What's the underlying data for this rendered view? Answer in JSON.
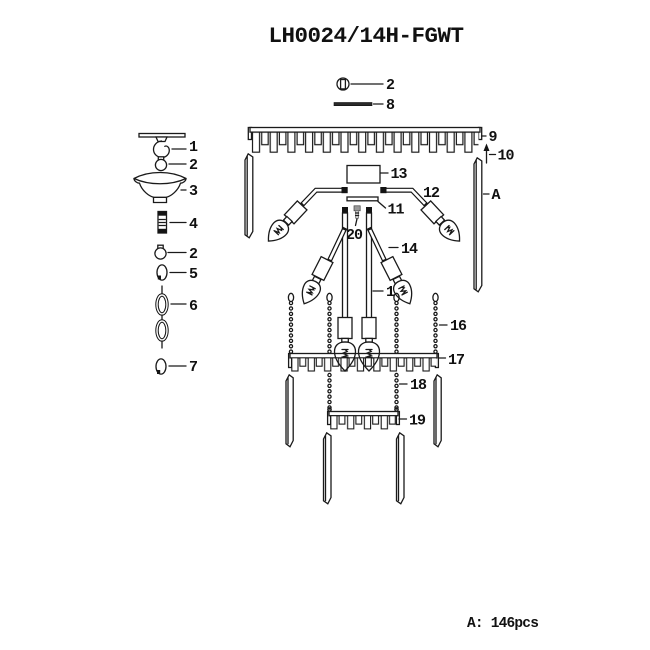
{
  "title": "LH0024/14H-FGWT",
  "footer_note": "A: 146pcs",
  "colors": {
    "line": "#1a1a1a",
    "background": "#ffffff",
    "dark_fill": "#141414"
  },
  "callouts": {
    "ceiling_hook": "1",
    "ring_nut_upper": "2",
    "canopy": "3",
    "threaded_pipe": "4",
    "ring_nut_lower": "2",
    "quick_link": "5",
    "chain_links": "6",
    "end_link": "7",
    "ring_nut_frame": "2",
    "rod": "8",
    "top_crystal_band": "9",
    "direction_arrow": "10",
    "crystal_panel": "A",
    "cross_bar": "11",
    "upper_arm": "12",
    "driver_box": "13",
    "lower_arm": "14",
    "center_rod": "15",
    "outer_chain": "16",
    "middle_crystal_band": "17",
    "inner_chain": "18",
    "bottom_crystal_band": "19",
    "center_connector": "20"
  }
}
